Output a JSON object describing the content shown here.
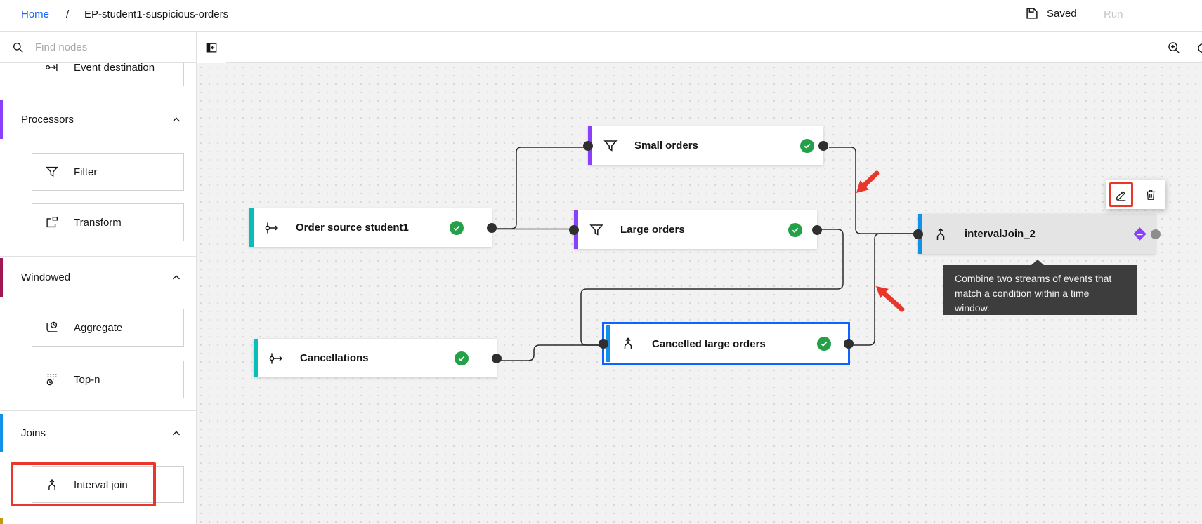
{
  "breadcrumb": {
    "home": "Home",
    "separator": "/",
    "current": "EP-student1-suspicious-orders"
  },
  "header": {
    "saved": "Saved",
    "run": "Run"
  },
  "palette": {
    "search_placeholder": "Find nodes",
    "top_partial_item": {
      "label": "Event destination",
      "icon": "event-destination-icon"
    },
    "sections": [
      {
        "label": "Processors",
        "accent_color": "#8a3ffc",
        "expanded": true,
        "items": [
          {
            "label": "Filter",
            "icon": "filter-icon"
          },
          {
            "label": "Transform",
            "icon": "transform-icon"
          }
        ]
      },
      {
        "label": "Windowed",
        "accent_color": "#9f1853",
        "expanded": true,
        "items": [
          {
            "label": "Aggregate",
            "icon": "aggregate-icon"
          },
          {
            "label": "Top-n",
            "icon": "top-n-icon"
          }
        ]
      },
      {
        "label": "Joins",
        "accent_color": "#1192e8",
        "expanded": true,
        "items": [
          {
            "label": "Interval join",
            "icon": "interval-join-icon",
            "annotated": true
          }
        ]
      }
    ]
  },
  "canvas": {
    "nodes": [
      {
        "label": "Order source student1",
        "type": "event-source",
        "status": "valid",
        "accent_color": "#08bdba"
      },
      {
        "label": "Small orders",
        "type": "filter",
        "status": "valid",
        "accent_color": "#8a3ffc"
      },
      {
        "label": "Large orders",
        "type": "filter",
        "status": "valid",
        "accent_color": "#8a3ffc"
      },
      {
        "label": "Cancellations",
        "type": "event-source",
        "status": "valid",
        "accent_color": "#08bdba"
      },
      {
        "label": "Cancelled large orders",
        "type": "interval-join",
        "status": "valid",
        "selected": true,
        "accent_color": "#1192e8"
      },
      {
        "label": "intervalJoin_2",
        "type": "interval-join",
        "status": "incomplete",
        "hovered": true,
        "accent_color": "#1192e8"
      }
    ],
    "tooltip": {
      "text": "Combine two streams of events that match a condition within a time window."
    }
  },
  "annotations": {
    "highlight_color": "#e8362a",
    "arrow_color": "#e8362a"
  },
  "status_colors": {
    "valid": "#24a148",
    "incomplete": "#8a3ffc"
  }
}
